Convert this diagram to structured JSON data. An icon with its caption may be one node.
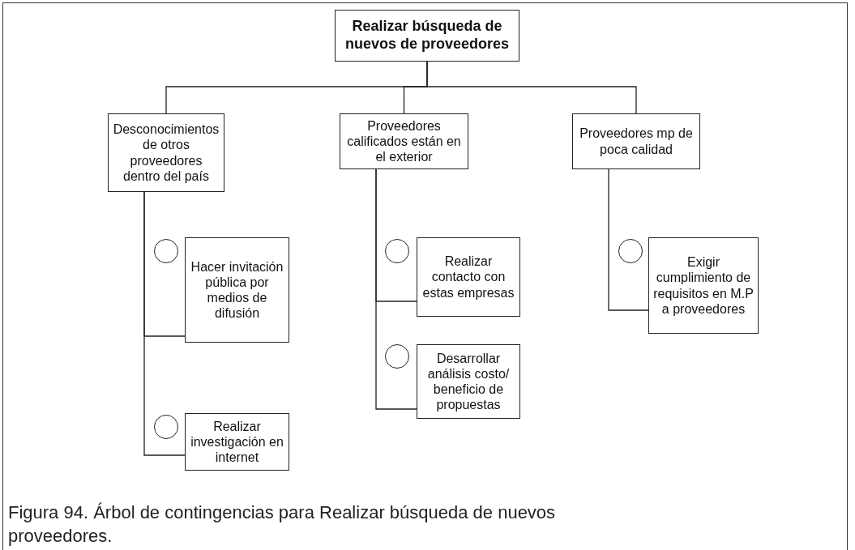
{
  "diagram": {
    "caption": "Figura 94. Árbol de contingencias para Realizar búsqueda de nuevos proveedores.",
    "nodes": [
      {
        "text": [
          "Realizar búsqueda de nuevos de proveedores"
        ]
      },
      {
        "text": [
          "Desconocimientos de otros proveedores dentro del país"
        ]
      },
      {
        "text": [
          "Proveedores calificados están en el exterior"
        ]
      },
      {
        "text": [
          "Proveedores mp de poca calidad"
        ]
      },
      {
        "text": [],
        "shape": "circle"
      },
      {
        "text": [
          "Hacer invitación pública por medios de difusión"
        ]
      },
      {
        "text": [],
        "shape": "circle"
      },
      {
        "text": [
          "Realizar investigación en internet"
        ]
      },
      {
        "text": [],
        "shape": "circle"
      },
      {
        "text": [
          "Realizar contacto con estas empresas"
        ]
      },
      {
        "text": [],
        "shape": "circle"
      },
      {
        "text": [
          "Desarrollar análisis costo/ beneficio de propuestas"
        ]
      },
      {
        "text": [],
        "shape": "circle"
      },
      {
        "text": [
          "Exigir cumplimiento de requisitos en M.P a proveedores"
        ]
      }
    ],
    "edges": [
      {
        "from": 0,
        "to": 1,
        "arrow": "none"
      },
      {
        "from": 0,
        "to": 2,
        "arrow": "none"
      },
      {
        "from": 0,
        "to": 3,
        "arrow": "none"
      },
      {
        "from": 1,
        "to": 5,
        "arrow": "none"
      },
      {
        "from": 1,
        "to": 7,
        "arrow": "none"
      },
      {
        "from": 2,
        "to": 9,
        "arrow": "none"
      },
      {
        "from": 2,
        "to": 11,
        "arrow": "none"
      },
      {
        "from": 3,
        "to": 13,
        "arrow": "none"
      }
    ]
  }
}
